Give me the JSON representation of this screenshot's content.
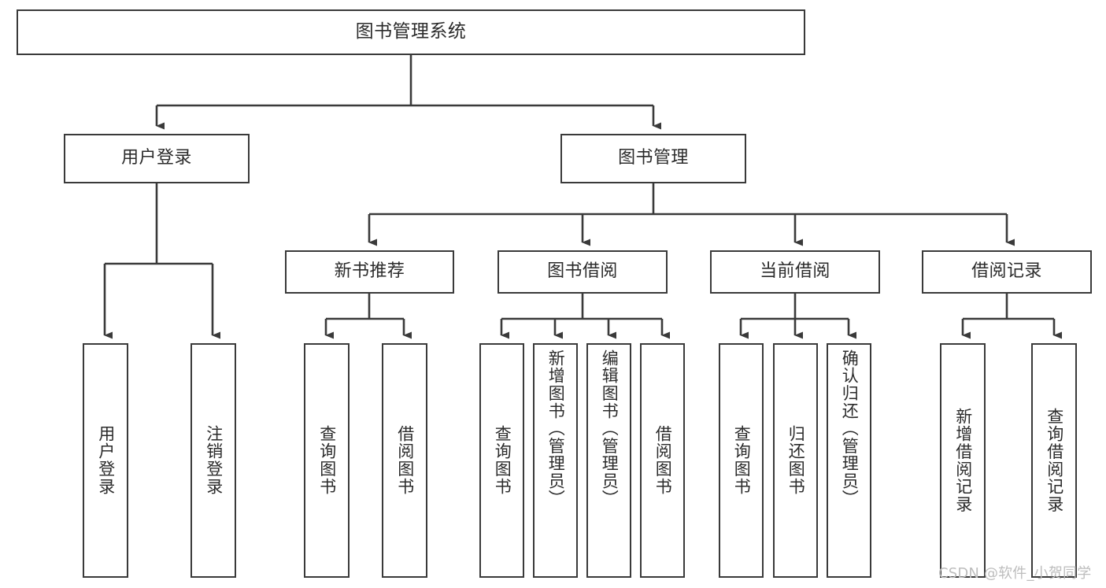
{
  "diagram": {
    "type": "tree-hierarchy-chart",
    "title": "图书管理系统",
    "root": {
      "label": "图书管理系统"
    },
    "level2": [
      {
        "label": "用户登录"
      },
      {
        "label": "图书管理"
      }
    ],
    "level3": [
      {
        "label": "新书推荐",
        "parent": "图书管理"
      },
      {
        "label": "图书借阅",
        "parent": "图书管理"
      },
      {
        "label": "当前借阅",
        "parent": "图书管理"
      },
      {
        "label": "借阅记录",
        "parent": "图书管理"
      }
    ],
    "leaves": {
      "user_login": [
        {
          "label": "用户登录"
        },
        {
          "label": "注销登录"
        }
      ],
      "new_book_recommend": [
        {
          "label": "查询图书"
        },
        {
          "label": "借阅图书"
        }
      ],
      "book_borrow": [
        {
          "label": "查询图书"
        },
        {
          "label": "新增图书（管理员）"
        },
        {
          "label": "编辑图书（管理员）"
        },
        {
          "label": "借阅图书"
        }
      ],
      "current_borrow": [
        {
          "label": "查询图书"
        },
        {
          "label": "归还图书"
        },
        {
          "label": "确认归还（管理员）"
        }
      ],
      "borrow_record": [
        {
          "label": "新增借阅记录"
        },
        {
          "label": "查询借阅记录"
        }
      ]
    }
  },
  "watermark": {
    "text": "CSDN @软件_小贺同学"
  },
  "colors": {
    "box_border": "#3a3a3a",
    "box_fill": "#ffffff",
    "connector": "#3a3a3a",
    "text": "#2b2b2b",
    "watermark": "#bdbdbd",
    "background": "#ffffff"
  }
}
